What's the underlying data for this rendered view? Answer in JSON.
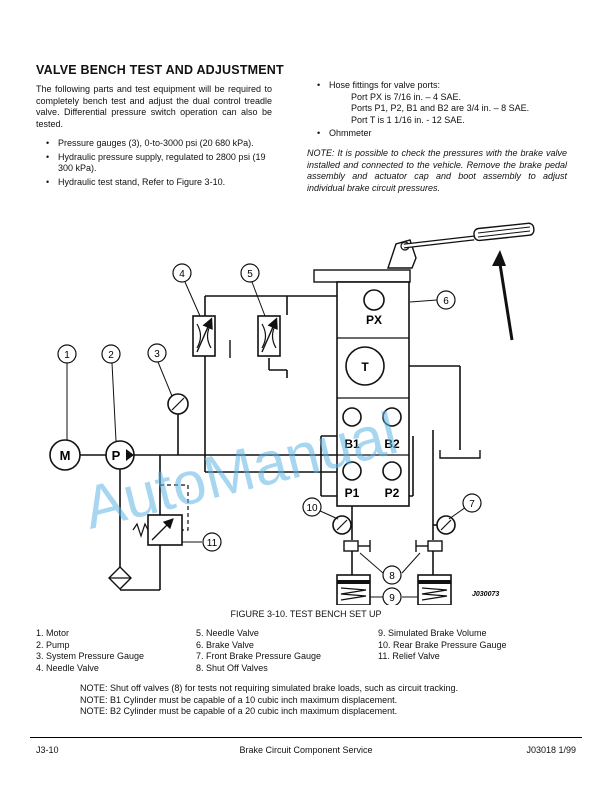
{
  "heading": "VALVE BENCH TEST AND ADJUSTMENT",
  "intro": "The following parts and test equipment will be required to completely bench test and adjust the dual control treadle valve. Differential pressure switch operation can also be tested.",
  "left_bullets": [
    "Pressure gauges (3), 0-to-3000 psi (20 680 kPa).",
    "Hydraulic pressure supply, regulated to 2800 psi (19 300 kPa).",
    "Hydraulic test stand, Refer to Figure 3-10."
  ],
  "right_bullets": {
    "hose_intro": "Hose fittings for valve ports:",
    "ports": [
      "Port PX is 7/16 in. – 4 SAE.",
      "Ports P1, P2, B1 and B2 are 3/4 in. – 8 SAE.",
      "Port T is 1 1/16 in. - 12 SAE."
    ],
    "ohmmeter": "Ohmmeter"
  },
  "note_italic": "NOTE: It is possible to check the pressures with the brake valve installed and connected to the vehicle. Remove the brake pedal assembly and actuator cap and boot assembly to adjust individual brake circuit pressures.",
  "diagram": {
    "callouts": [
      "1",
      "2",
      "3",
      "4",
      "5",
      "6",
      "7",
      "8",
      "9",
      "10",
      "11"
    ],
    "symbols": {
      "motor": "M",
      "pump": "P",
      "gauge_t": "T",
      "port_px": "PX",
      "port_b1": "B1",
      "port_b2": "B2",
      "port_p1": "P1",
      "port_p2": "P2"
    },
    "figure_id": "J030073",
    "watermark": "AutoManual"
  },
  "figure_caption": "FIGURE 3-10. TEST BENCH SET UP",
  "legend": {
    "col1": [
      "1. Motor",
      "2. Pump",
      "3. System Pressure Gauge",
      "4. Needle Valve"
    ],
    "col2": [
      "5. Needle Valve",
      "6. Brake Valve",
      "7. Front Brake Pressure Gauge",
      "8. Shut Off Valves"
    ],
    "col3": [
      "9. Simulated Brake Volume",
      "10. Rear Brake Pressure Gauge",
      "11. Relief Valve"
    ]
  },
  "notes": [
    "NOTE: Shut off valves (8) for tests not requiring simulated brake loads, such as circuit tracking.",
    "NOTE: B1 Cylinder must be capable of a 10 cubic inch maximum displacement.",
    "NOTE: B2 Cylinder must be capable of a 20 cubic inch maximum displacement."
  ],
  "footer": {
    "left": "J3-10",
    "center": "Brake Circuit Component Service",
    "right": "J03018 1/99"
  }
}
